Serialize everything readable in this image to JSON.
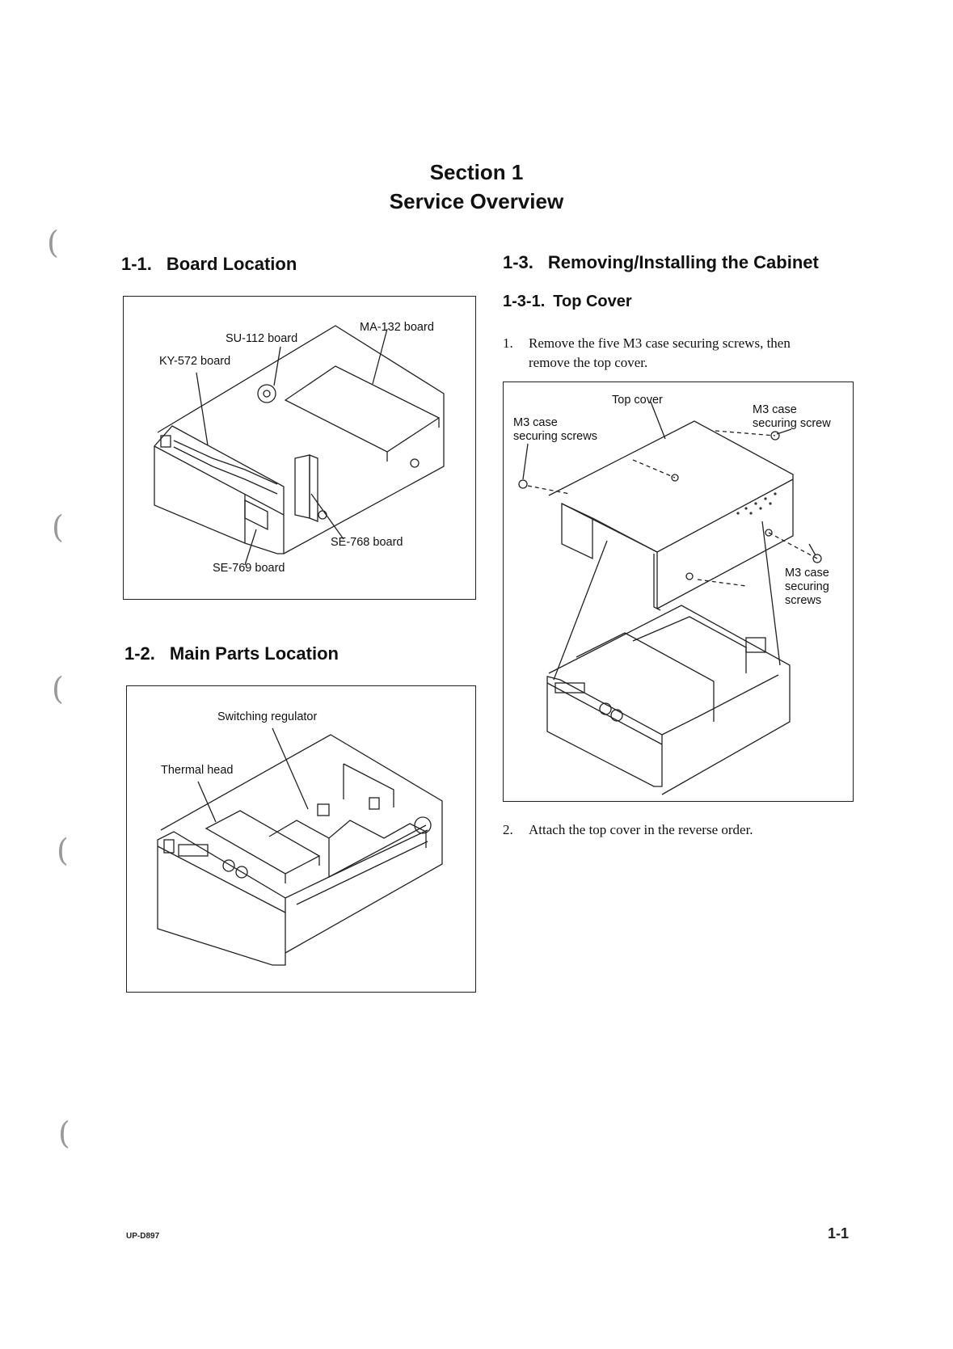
{
  "header": {
    "section": "Section 1",
    "title": "Service Overview"
  },
  "sections": {
    "board_location": {
      "num": "1-1.",
      "title": "Board Location",
      "labels": {
        "su112": "SU-112 board",
        "ma132": "MA-132 board",
        "ky572": "KY-572 board",
        "se768": "SE-768 board",
        "se769": "SE-769 board"
      }
    },
    "main_parts": {
      "num": "1-2.",
      "title": "Main Parts Location",
      "labels": {
        "switching": "Switching regulator",
        "thermal": "Thermal head"
      }
    },
    "cabinet": {
      "num": "1-3.",
      "title": "Removing/Installing the Cabinet",
      "top_cover": {
        "num": "1-3-1.",
        "title": "Top Cover",
        "step1": {
          "n": "1.",
          "line1": "Remove the five M3 case securing screws, then",
          "line2": "remove the top cover."
        },
        "step2": {
          "n": "2.",
          "text": "Attach the top cover in the reverse order."
        },
        "labels": {
          "top_cover": "Top cover",
          "m3_left_1": "M3 case",
          "m3_left_2": "securing screws",
          "m3_right_1": "M3 case",
          "m3_right_2": "securing screw",
          "m3_lower_1": "M3 case",
          "m3_lower_2": "securing",
          "m3_lower_3": "screws"
        }
      }
    }
  },
  "footer": {
    "model": "UP-D897",
    "page": "1-1"
  }
}
